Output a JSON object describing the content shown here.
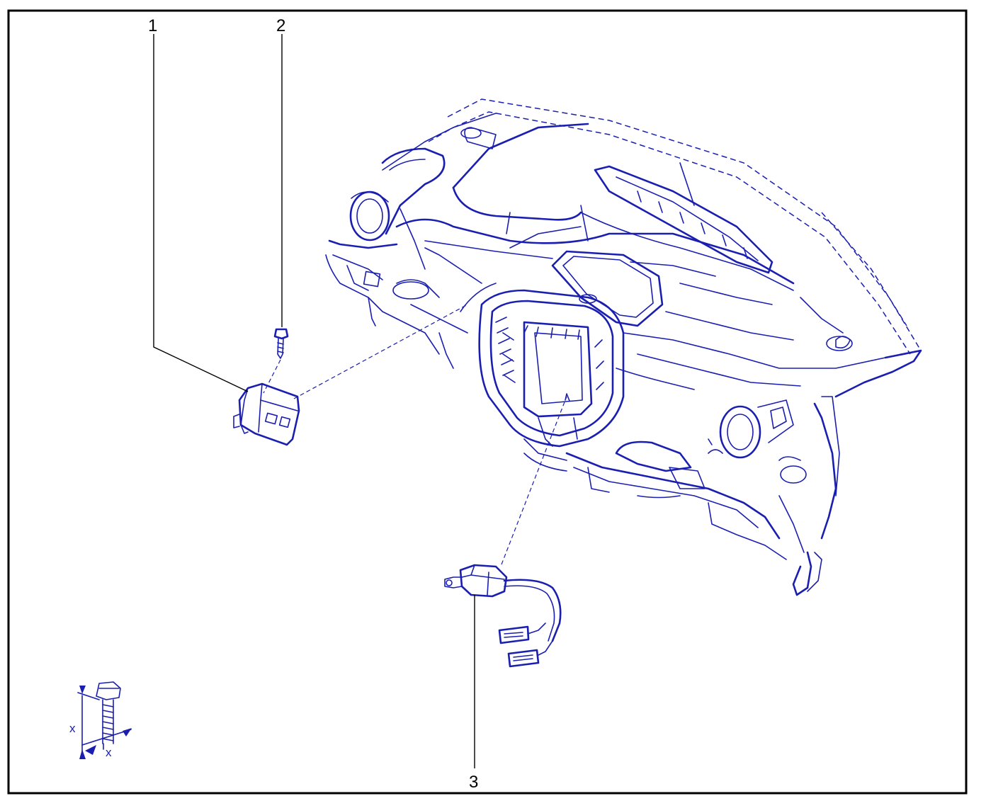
{
  "colors": {
    "line_art": "#1a1fb0",
    "frame": "#000000",
    "background": "#ffffff"
  },
  "callouts": [
    {
      "number": "1"
    },
    {
      "number": "2"
    },
    {
      "number": "3"
    }
  ],
  "torque_symbol": {
    "dimension_label_vertical": "x",
    "dimension_label_horizontal": "x"
  }
}
